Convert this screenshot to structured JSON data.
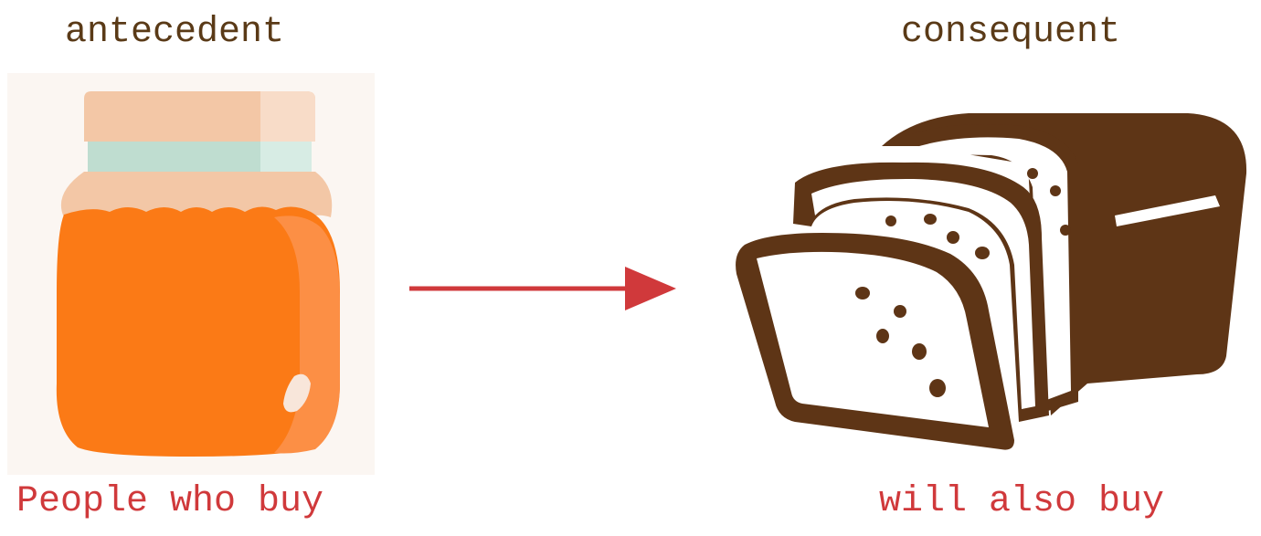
{
  "antecedent": {
    "heading": "antecedent",
    "caption": "People who buy",
    "item_icon": "jar-icon"
  },
  "consequent": {
    "heading": "consequent",
    "caption": "will also buy",
    "item_icon": "bread-icon"
  },
  "relation_icon": "arrow-right-icon",
  "colors": {
    "heading": "#5a3a17",
    "caption": "#d0393b",
    "arrow": "#d0393b",
    "jar_body": "#fb7a16",
    "jar_lid": "#f3c7a6",
    "jar_band": "#bfddd0",
    "bread": "#5e3516"
  }
}
